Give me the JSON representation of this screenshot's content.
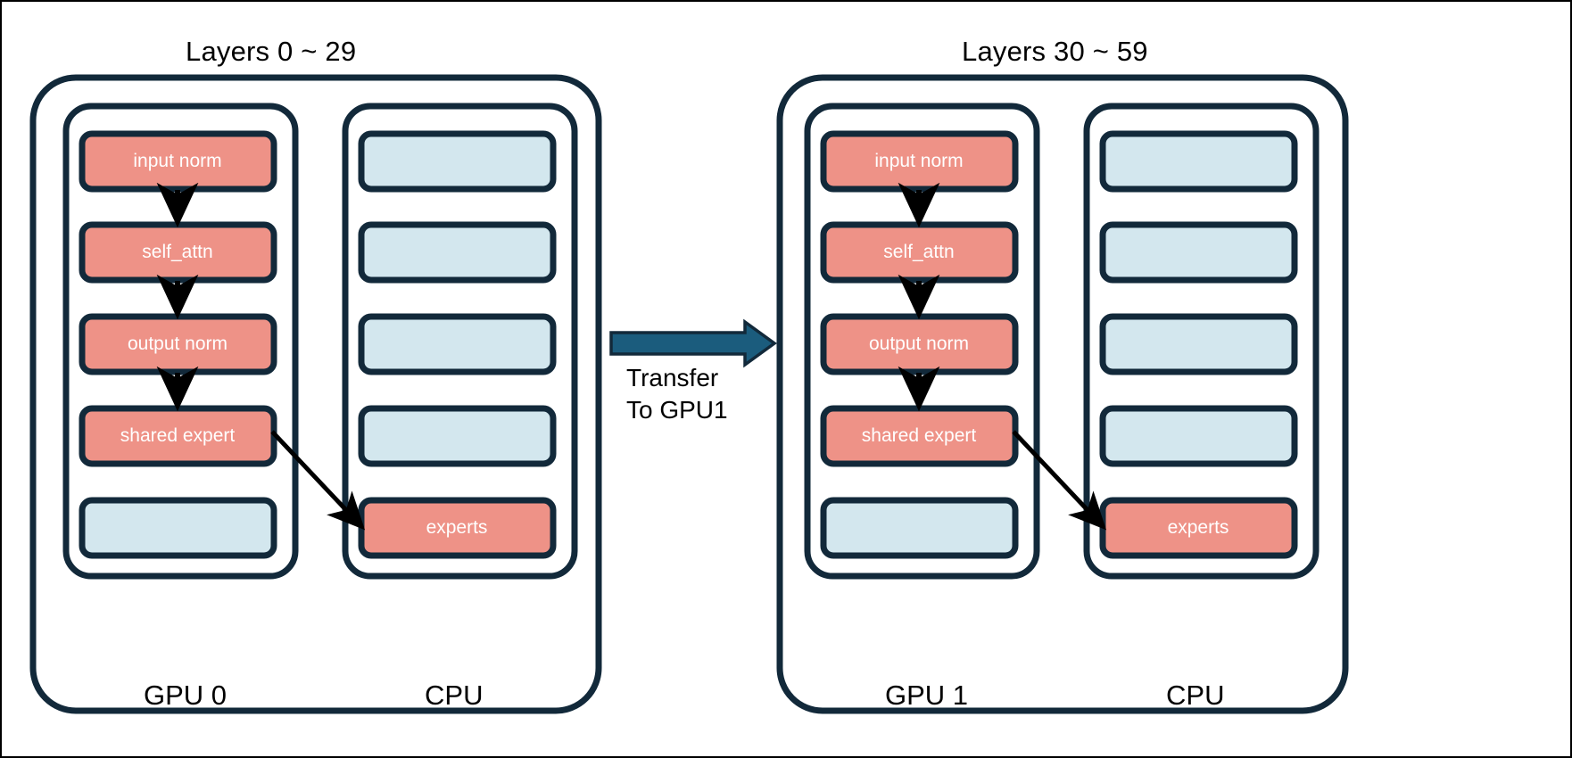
{
  "diagram": {
    "title_left": "Layers 0 ~ 29",
    "title_right": "Layers 30 ~ 59",
    "transfer_label": "Transfer\nTo GPU1",
    "colors": {
      "stroke": "#12293A",
      "salmon": "#EE9287",
      "lightblue": "#D3E7EE",
      "arrow_block": "#1B5C7D",
      "arrow_thin": "#000000",
      "text_on_fill": "#FFFFFF",
      "text": "#000000",
      "background": "#FFFFFF"
    },
    "groups": [
      {
        "id": "group-left",
        "title": "Layers 0 ~ 29",
        "columns": [
          {
            "id": "gpu0",
            "caption": "GPU 0",
            "boxes": [
              {
                "label": "input norm",
                "kind": "compute"
              },
              {
                "label": "self_attn",
                "kind": "compute"
              },
              {
                "label": "output norm",
                "kind": "compute"
              },
              {
                "label": "shared expert",
                "kind": "compute"
              },
              {
                "label": "",
                "kind": "empty"
              }
            ]
          },
          {
            "id": "cpu0",
            "caption": "CPU",
            "boxes": [
              {
                "label": "",
                "kind": "empty"
              },
              {
                "label": "",
                "kind": "empty"
              },
              {
                "label": "",
                "kind": "empty"
              },
              {
                "label": "",
                "kind": "empty"
              },
              {
                "label": "experts",
                "kind": "compute"
              }
            ]
          }
        ]
      },
      {
        "id": "group-right",
        "title": "Layers 30 ~ 59",
        "columns": [
          {
            "id": "gpu1",
            "caption": "GPU 1",
            "boxes": [
              {
                "label": "input norm",
                "kind": "compute"
              },
              {
                "label": "self_attn",
                "kind": "compute"
              },
              {
                "label": "output norm",
                "kind": "compute"
              },
              {
                "label": "shared expert",
                "kind": "compute"
              },
              {
                "label": "",
                "kind": "empty"
              }
            ]
          },
          {
            "id": "cpu1",
            "caption": "CPU",
            "boxes": [
              {
                "label": "",
                "kind": "empty"
              },
              {
                "label": "",
                "kind": "empty"
              },
              {
                "label": "",
                "kind": "empty"
              },
              {
                "label": "",
                "kind": "empty"
              },
              {
                "label": "experts",
                "kind": "compute"
              }
            ]
          }
        ]
      }
    ],
    "flow_arrows": {
      "vertical_count_per_gpu": 3,
      "diagonal_label": "shared expert to experts"
    }
  }
}
